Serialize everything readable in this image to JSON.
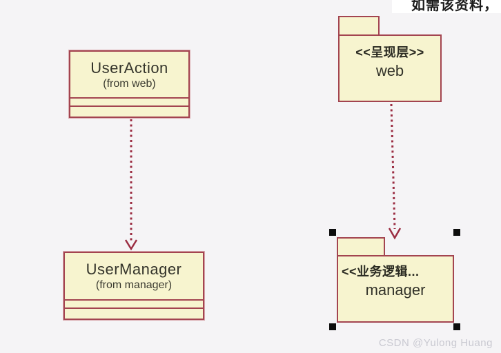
{
  "page": {
    "top_note": "如需该资料，",
    "watermark": "CSDN @Yulong Huang"
  },
  "colors": {
    "background": "#f5f4f6",
    "node_fill": "#f7f4cf",
    "node_border": "#a34450",
    "arrow": "#9b2d42",
    "text": "#33332a",
    "selection_handle": "#0d0d0d",
    "watermark_text": "#c9c9d1",
    "note_background": "#ffffff"
  },
  "diagram": {
    "classes": [
      {
        "name": "UserAction",
        "from": "(from web)"
      },
      {
        "name": "UserManager",
        "from": "(from manager)"
      }
    ],
    "packages": [
      {
        "stereotype": "<<呈现层>>",
        "name": "web",
        "selected": false
      },
      {
        "stereotype": "<<业务逻辑...",
        "name": "manager",
        "selected": true
      }
    ],
    "relations": [
      {
        "type": "dependency-dashed-arrow",
        "from": "UserAction",
        "to": "UserManager"
      },
      {
        "type": "dependency-dashed-arrow",
        "from": "web",
        "to": "manager"
      }
    ]
  }
}
